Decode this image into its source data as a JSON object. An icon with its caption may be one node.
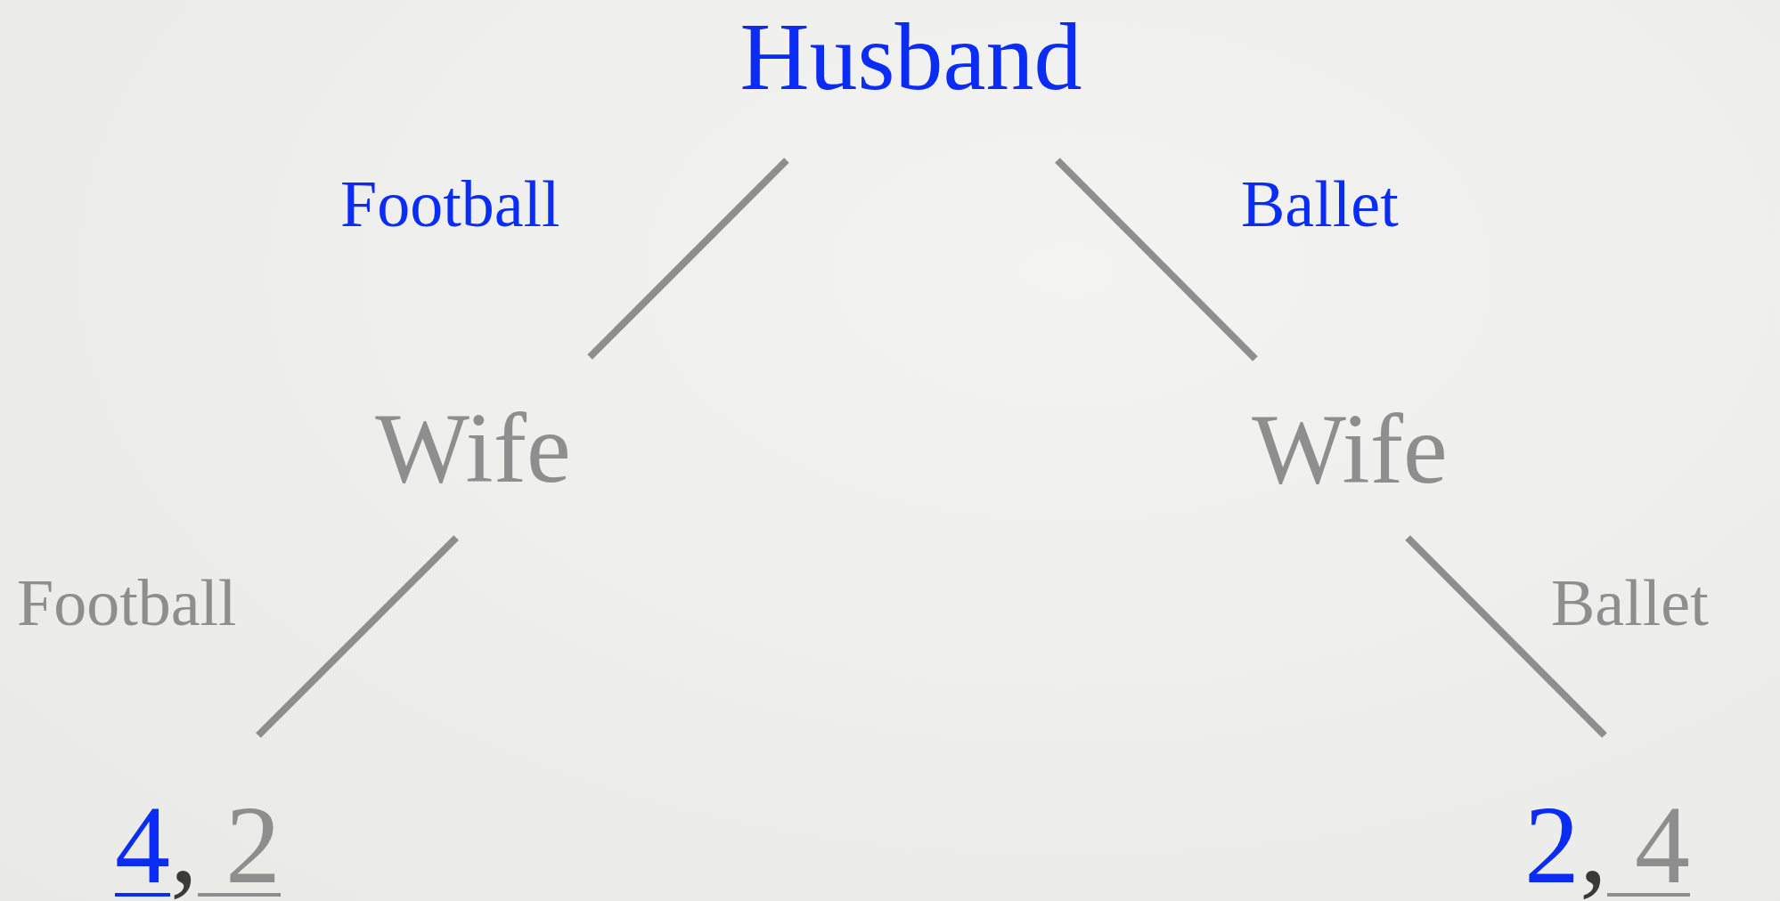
{
  "diagram": {
    "nodes": [
      {
        "text": [
          "Husband"
        ]
      },
      {
        "text": [
          "Wife"
        ]
      },
      {
        "text": [
          "Wife"
        ]
      },
      {
        "text": [
          "4, 2"
        ]
      },
      {
        "text": [
          "2, 4"
        ]
      }
    ],
    "edges": [
      {
        "from": 0,
        "to": 1,
        "arrow": "none",
        "label": "Football"
      },
      {
        "from": 0,
        "to": 2,
        "arrow": "none",
        "label": "Ballet"
      },
      {
        "from": 1,
        "to": 3,
        "arrow": "none",
        "label": "Football"
      },
      {
        "from": 2,
        "to": 4,
        "arrow": "none",
        "label": "Ballet"
      }
    ]
  }
}
